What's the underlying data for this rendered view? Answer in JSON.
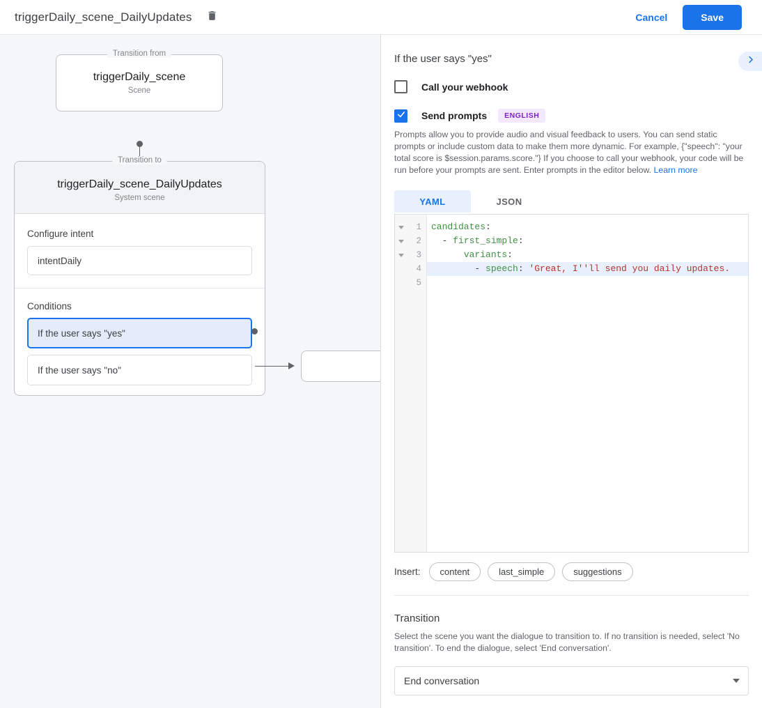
{
  "topbar": {
    "title": "triggerDaily_scene_DailyUpdates",
    "delete_icon": "trash-icon",
    "cancel_label": "Cancel",
    "save_label": "Save",
    "save_color": "#1a73e8"
  },
  "canvas": {
    "from_node": {
      "legend": "Transition from",
      "title": "triggerDaily_scene",
      "subtitle": "Scene"
    },
    "to_node": {
      "legend": "Transition to",
      "title": "triggerDaily_scene_DailyUpdates",
      "subtitle": "System scene",
      "intent_section_label": "Configure intent",
      "intent_value": "intentDaily",
      "conditions_section_label": "Conditions",
      "conditions": [
        {
          "label": "If the user says \"yes\"",
          "selected": true
        },
        {
          "label": "If the user says \"no\"",
          "selected": false
        }
      ]
    }
  },
  "panel": {
    "title": "If the user says \"yes\"",
    "expand_icon": "chevron-right-icon",
    "webhook": {
      "label": "Call your webhook",
      "checked": false
    },
    "prompts": {
      "label": "Send prompts",
      "checked": true,
      "badge": "ENGLISH",
      "badge_color": "#7b22ce",
      "help": "Prompts allow you to provide audio and visual feedback to users. You can send static prompts or include custom data to make them more dynamic. For example, {\"speech\": \"your total score is $session.params.score.\"} If you choose to call your webhook, your code will be run before your prompts are sent. Enter prompts in the editor below.",
      "help_link": "Learn more"
    },
    "editor": {
      "tabs": [
        {
          "label": "YAML",
          "active": true
        },
        {
          "label": "JSON",
          "active": false
        }
      ],
      "line_numbers": [
        "1",
        "2",
        "3",
        "4",
        "5"
      ],
      "fold_lines": [
        1,
        2,
        3
      ],
      "highlighted_line": 4,
      "lines": [
        [
          {
            "t": "candidates",
            "c": "k"
          },
          {
            "t": ":",
            "c": "p"
          }
        ],
        [
          {
            "t": "  - ",
            "c": "p"
          },
          {
            "t": "first_simple",
            "c": "k"
          },
          {
            "t": ":",
            "c": "p"
          }
        ],
        [
          {
            "t": "      ",
            "c": "p"
          },
          {
            "t": "variants",
            "c": "k"
          },
          {
            "t": ":",
            "c": "p"
          }
        ],
        [
          {
            "t": "        - ",
            "c": "p"
          },
          {
            "t": "speech",
            "c": "k"
          },
          {
            "t": ": ",
            "c": "p"
          },
          {
            "t": "'Great, I''ll send you daily updates.",
            "c": "s"
          }
        ],
        [
          {
            "t": "",
            "c": "p"
          }
        ]
      ]
    },
    "insert": {
      "label": "Insert:",
      "chips": [
        "content",
        "last_simple",
        "suggestions"
      ]
    },
    "transition": {
      "title": "Transition",
      "help": "Select the scene you want the dialogue to transition to. If no transition is needed, select 'No transition'. To end the dialogue, select 'End conversation'.",
      "selected": "End conversation",
      "caret_icon": "chevron-down-icon"
    }
  }
}
